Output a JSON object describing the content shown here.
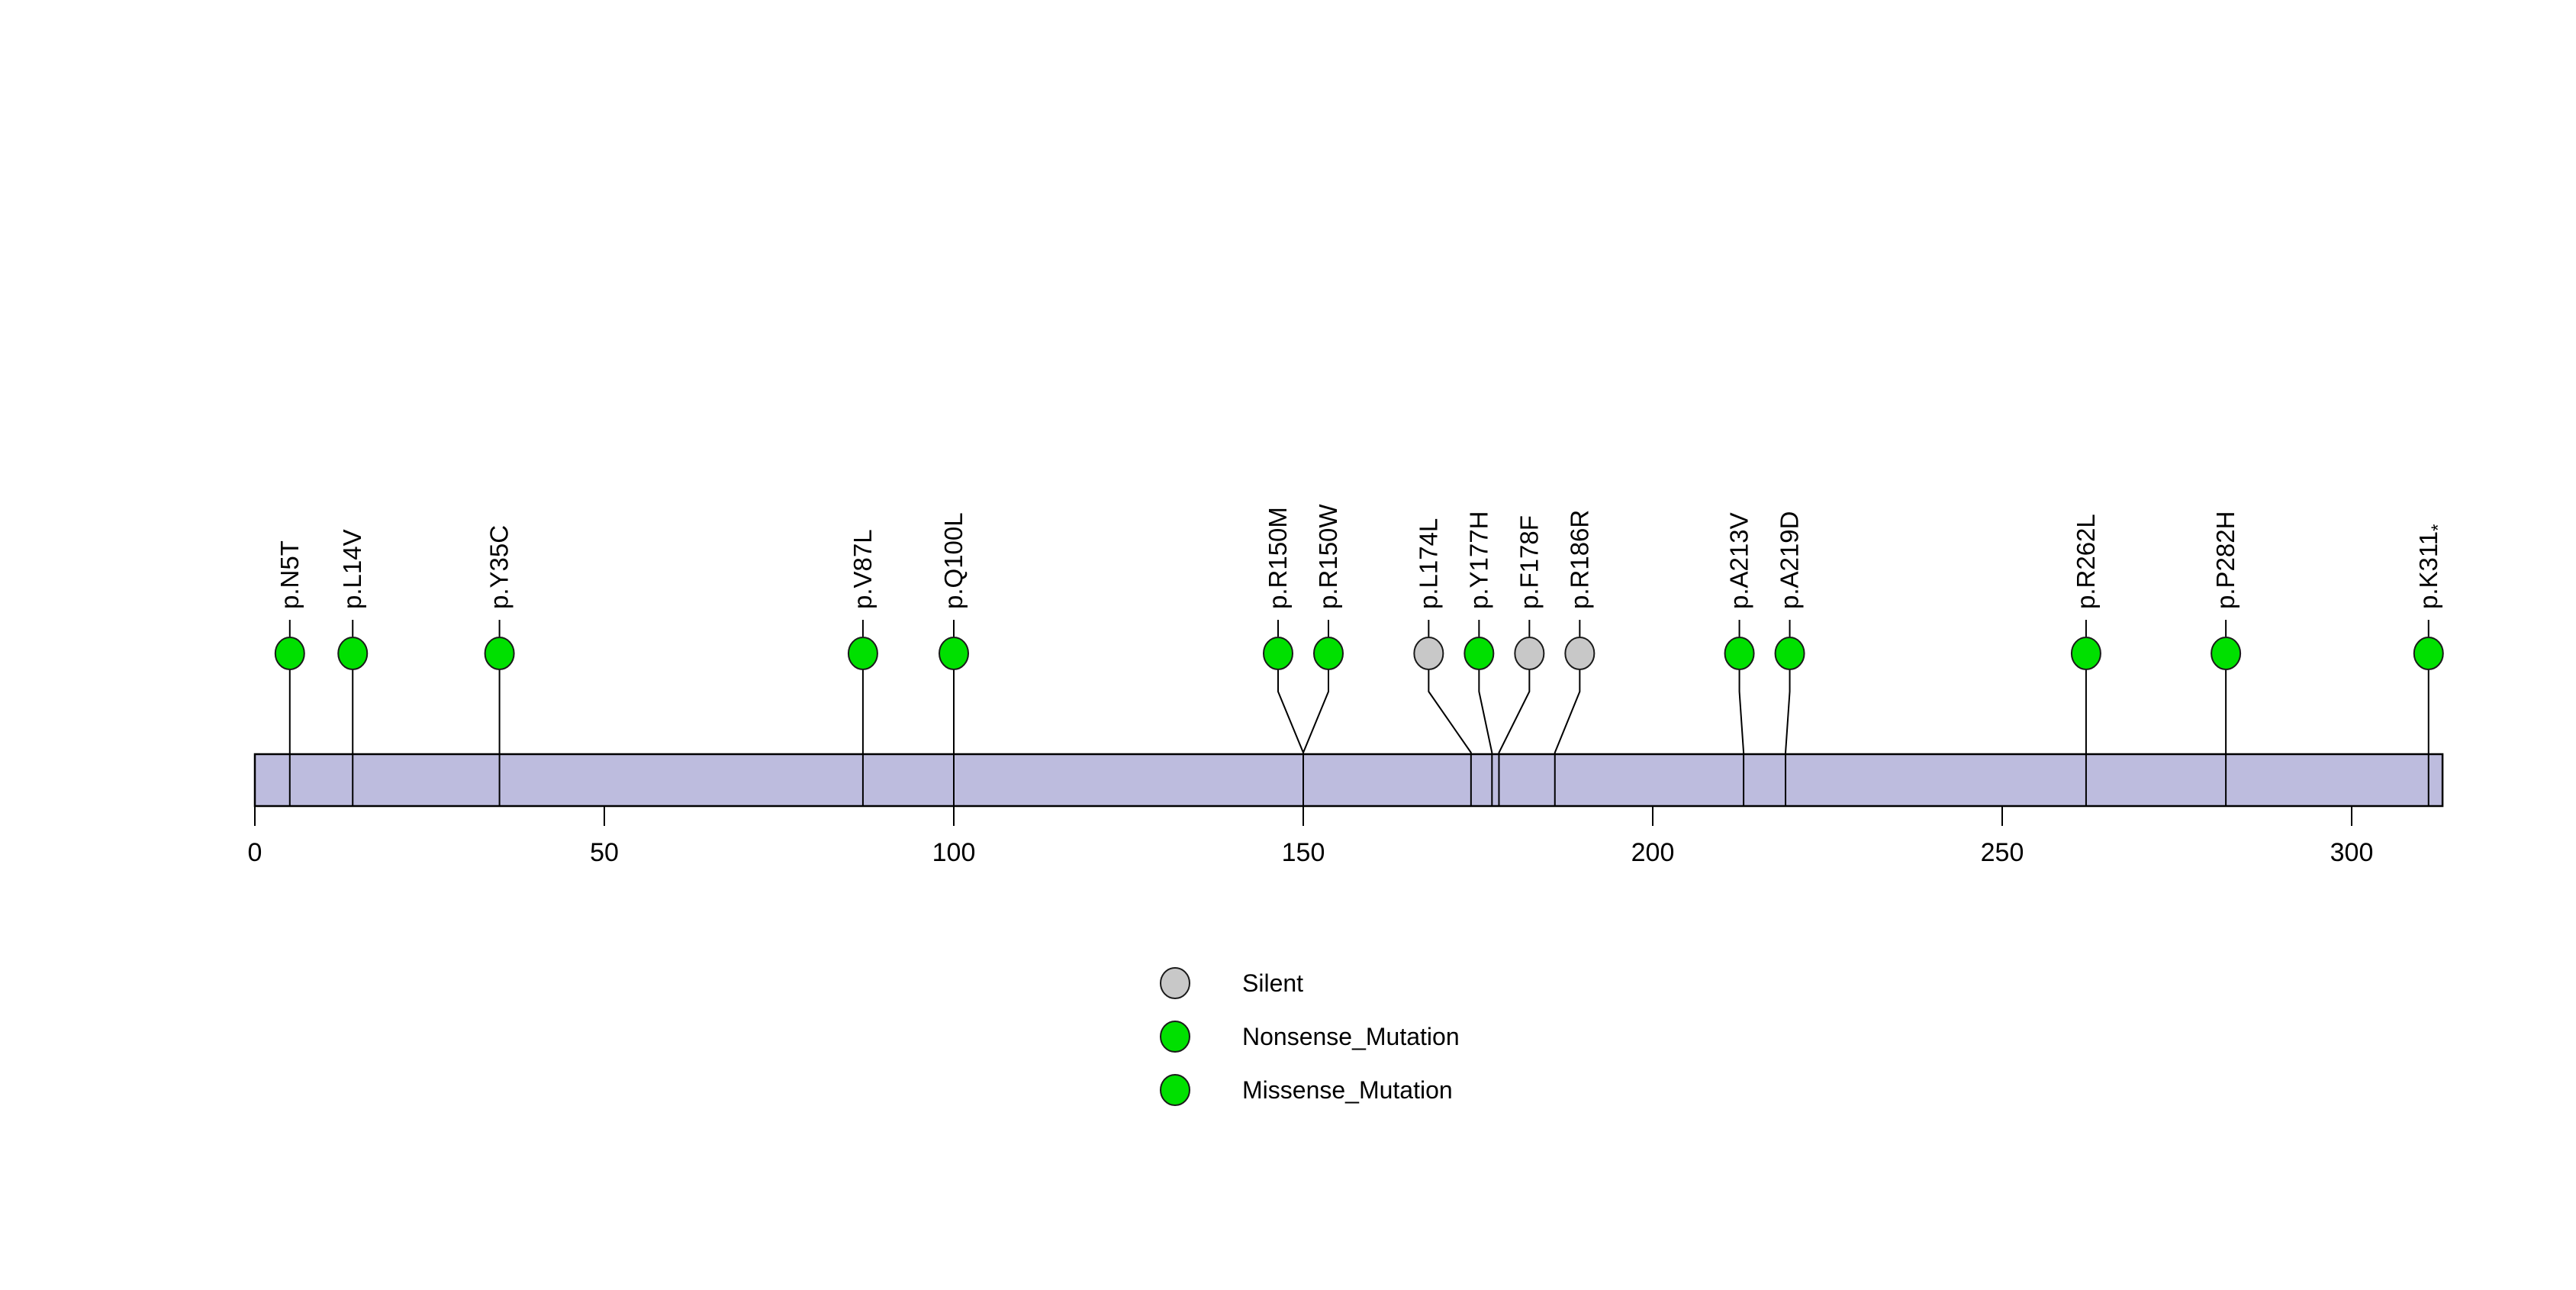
{
  "chart_data": {
    "type": "lollipop",
    "title": "",
    "xlabel": "",
    "ylabel": "",
    "axis": {
      "ticks": [
        0,
        50,
        100,
        150,
        200,
        250,
        300
      ],
      "min": 0,
      "max": 313,
      "grid": false
    },
    "protein_bar": {
      "start": 0,
      "end": 313,
      "fill_color": "#bdbcde",
      "border_color": "#000000"
    },
    "mutations": [
      {
        "label": "p.N5T",
        "pos": 5,
        "type": "Missense_Mutation"
      },
      {
        "label": "p.L14V",
        "pos": 14,
        "type": "Missense_Mutation"
      },
      {
        "label": "p.Y35C",
        "pos": 35,
        "type": "Missense_Mutation"
      },
      {
        "label": "p.V87L",
        "pos": 87,
        "type": "Missense_Mutation"
      },
      {
        "label": "p.Q100L",
        "pos": 100,
        "type": "Missense_Mutation"
      },
      {
        "label": "p.R150M",
        "pos": 150,
        "type": "Missense_Mutation"
      },
      {
        "label": "p.R150W",
        "pos": 150,
        "type": "Missense_Mutation"
      },
      {
        "label": "p.L174L",
        "pos": 174,
        "type": "Silent"
      },
      {
        "label": "p.Y177H",
        "pos": 177,
        "type": "Missense_Mutation"
      },
      {
        "label": "p.F178F",
        "pos": 178,
        "type": "Silent"
      },
      {
        "label": "p.R186R",
        "pos": 186,
        "type": "Silent"
      },
      {
        "label": "p.A213V",
        "pos": 213,
        "type": "Missense_Mutation"
      },
      {
        "label": "p.A219D",
        "pos": 219,
        "type": "Missense_Mutation"
      },
      {
        "label": "p.R262L",
        "pos": 262,
        "type": "Missense_Mutation"
      },
      {
        "label": "p.P282H",
        "pos": 282,
        "type": "Missense_Mutation"
      },
      {
        "label": "p.K311*",
        "pos": 311,
        "type": "Nonsense_Mutation"
      }
    ],
    "mutation_colors": {
      "Silent": "#c8c8c8",
      "Nonsense_Mutation": "#00e000",
      "Missense_Mutation": "#00e000"
    },
    "circle_border_color": "#1a1a1a",
    "stem_color": "#000000",
    "legend": {
      "position": "bottom-center",
      "items": [
        {
          "label": "Silent",
          "color": "#c8c8c8"
        },
        {
          "label": "Nonsense_Mutation",
          "color": "#00e000"
        },
        {
          "label": "Missense_Mutation",
          "color": "#00e000"
        }
      ]
    }
  }
}
